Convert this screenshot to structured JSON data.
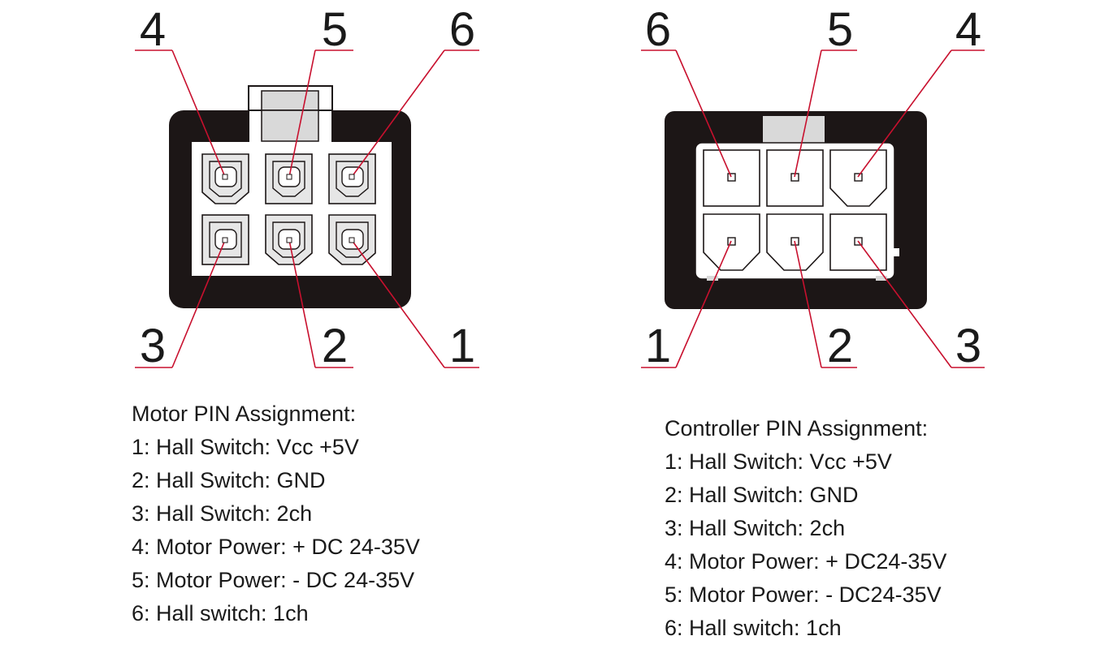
{
  "motor_connector": {
    "top_labels": [
      "4",
      "5",
      "6"
    ],
    "bottom_labels": [
      "3",
      "2",
      "1"
    ]
  },
  "controller_connector": {
    "top_labels": [
      "6",
      "5",
      "4"
    ],
    "bottom_labels": [
      "1",
      "2",
      "3"
    ]
  },
  "motor_assignment": {
    "title": "Motor PIN Assignment:",
    "lines": [
      "1: Hall Switch: Vcc +5V",
      "2: Hall Switch: GND",
      "3: Hall Switch: 2ch",
      "4: Motor Power: + DC 24-35V",
      "5: Motor Power: - DC 24-35V",
      "6: Hall switch: 1ch"
    ]
  },
  "controller_assignment": {
    "title": "Controller PIN Assignment:",
    "lines": [
      "1: Hall Switch: Vcc +5V",
      "2: Hall Switch: GND",
      "3: Hall Switch: 2ch",
      "4: Motor Power: + DC24-35V",
      "5: Motor Power: - DC24-35V",
      "6: Hall switch: 1ch"
    ]
  },
  "colors": {
    "housing": "#1c1616",
    "leader": "#c8102e",
    "pin_face": "#ffffff",
    "motor_pin_fill": "#e6e6e6",
    "latch": "#d9d9d9"
  }
}
